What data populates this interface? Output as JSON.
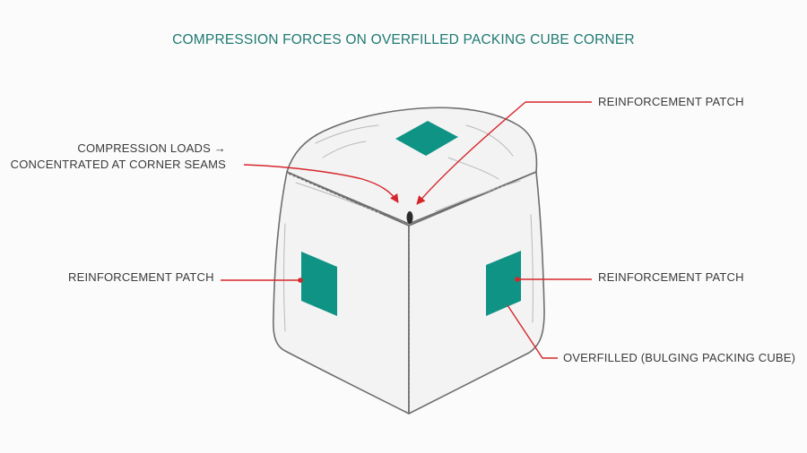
{
  "title": "COMPRESSION FORCES ON OVERFILLED PACKING CUBE CORNER",
  "labels": {
    "compression_line1": "COMPRESSION LOADS →",
    "compression_line2": "CONCENTRATED AT CORNER SEAMS",
    "top_patch": "REINFORCEMENT PATCH",
    "left_patch": "REINFORCEMENT PATCH",
    "right_patch": "REINFORCEMENT PATCH",
    "overfilled": "OVERFILLED (BULGING PACKING CUBE)"
  },
  "colors": {
    "title": "#1f7a72",
    "patch": "#0f9384",
    "leader": "#d6262b",
    "outline": "#6e6e6e",
    "cube_fill": "#f3f3f3"
  }
}
